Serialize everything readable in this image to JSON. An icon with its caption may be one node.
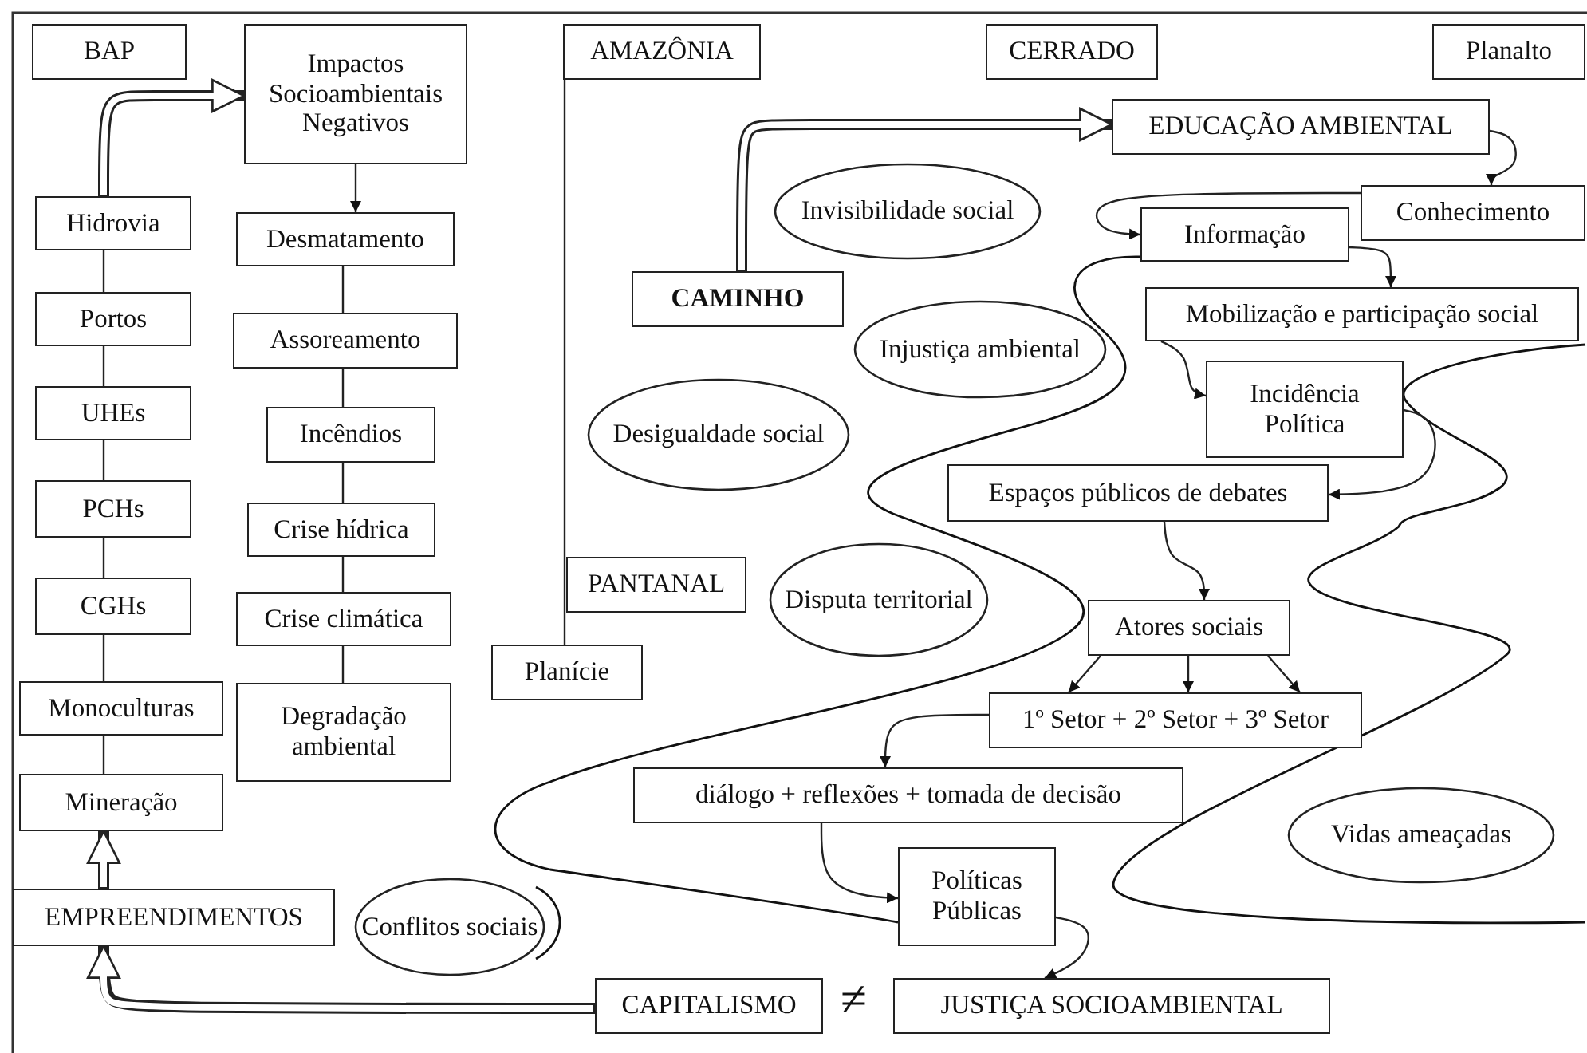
{
  "diagram": {
    "nodes": [
      {
        "text": [
          "BAP"
        ]
      },
      {
        "text": [
          "Impactos Socioambientais Negativos"
        ]
      },
      {
        "text": [
          "Hidrovia"
        ]
      },
      {
        "text": [
          "Portos"
        ]
      },
      {
        "text": [
          "UHEs"
        ]
      },
      {
        "text": [
          "PCHs"
        ]
      },
      {
        "text": [
          "CGHs"
        ]
      },
      {
        "text": [
          "Monoculturas"
        ]
      },
      {
        "text": [
          "Mineração"
        ]
      },
      {
        "text": [
          "EMPREENDIMENTOS"
        ]
      },
      {
        "text": [
          "Desmatamento"
        ]
      },
      {
        "text": [
          "Assoreamento"
        ]
      },
      {
        "text": [
          "Incêndios"
        ]
      },
      {
        "text": [
          "Crise hídrica"
        ]
      },
      {
        "text": [
          "Crise climática"
        ]
      },
      {
        "text": [
          "Degradação ambiental"
        ]
      },
      {
        "text": [
          "Conflitos sociais"
        ]
      },
      {
        "text": [
          "AMAZÔNIA"
        ]
      },
      {
        "text": [
          "CERRADO"
        ]
      },
      {
        "text": [
          "Planalto"
        ]
      },
      {
        "text": [
          "PANTANAL"
        ]
      },
      {
        "text": [
          "Planície"
        ]
      },
      {
        "text": [
          "CAMINHO"
        ]
      },
      {
        "text": [
          "EDUCAÇÃO AMBIENTAL"
        ]
      },
      {
        "text": [
          "Invisibilidade social"
        ]
      },
      {
        "text": [
          "Conhecimento"
        ]
      },
      {
        "text": [
          "Informação"
        ]
      },
      {
        "text": [
          "Injustiça ambiental"
        ]
      },
      {
        "text": [
          "Mobilização e participação social"
        ]
      },
      {
        "text": [
          "Desigualdade social"
        ]
      },
      {
        "text": [
          "Incidência Política"
        ]
      },
      {
        "text": [
          "Espaços públicos de debates"
        ]
      },
      {
        "text": [
          "Disputa territorial"
        ]
      },
      {
        "text": [
          "Atores sociais"
        ]
      },
      {
        "text": [
          "1º Setor + 2º Setor + 3º Setor"
        ]
      },
      {
        "text": [
          "diálogo + reflexões + tomada de decisão"
        ]
      },
      {
        "text": [
          "Vidas ameaçadas"
        ]
      },
      {
        "text": [
          "Políticas Públicas"
        ]
      },
      {
        "text": [
          "CAPITALISMO"
        ]
      },
      {
        "text": [
          "JUSTIÇA SOCIOAMBIENTAL"
        ]
      }
    ],
    "edges": [
      {
        "from": 2,
        "to": 1,
        "arrow": "to",
        "style": "thick"
      },
      {
        "from": 1,
        "to": 10,
        "arrow": "to"
      },
      {
        "from": 2,
        "to": 3,
        "arrow": "none"
      },
      {
        "from": 3,
        "to": 4,
        "arrow": "none"
      },
      {
        "from": 4,
        "to": 5,
        "arrow": "none"
      },
      {
        "from": 5,
        "to": 6,
        "arrow": "none"
      },
      {
        "from": 6,
        "to": 7,
        "arrow": "none"
      },
      {
        "from": 7,
        "to": 8,
        "arrow": "none"
      },
      {
        "from": 10,
        "to": 11,
        "arrow": "none"
      },
      {
        "from": 11,
        "to": 12,
        "arrow": "none"
      },
      {
        "from": 12,
        "to": 13,
        "arrow": "none"
      },
      {
        "from": 13,
        "to": 14,
        "arrow": "none"
      },
      {
        "from": 14,
        "to": 15,
        "arrow": "none"
      },
      {
        "from": 9,
        "to": 8,
        "arrow": "to",
        "style": "thick"
      },
      {
        "from": 38,
        "to": 9,
        "arrow": "to",
        "style": "thick"
      },
      {
        "from": 17,
        "to": 21,
        "arrow": "none"
      },
      {
        "from": 22,
        "to": 23,
        "arrow": "to",
        "style": "thick"
      },
      {
        "from": 23,
        "to": 25,
        "arrow": "to"
      },
      {
        "from": 25,
        "to": 26,
        "arrow": "to"
      },
      {
        "from": 26,
        "to": 28,
        "arrow": "to"
      },
      {
        "from": 28,
        "to": 30,
        "arrow": "to"
      },
      {
        "from": 30,
        "to": 31,
        "arrow": "to"
      },
      {
        "from": 31,
        "to": 33,
        "arrow": "to"
      },
      {
        "from": 33,
        "to": 34,
        "arrow": "to"
      },
      {
        "from": 33,
        "to": 34,
        "arrow": "to"
      },
      {
        "from": 33,
        "to": 34,
        "arrow": "to"
      },
      {
        "from": 34,
        "to": 35,
        "arrow": "to"
      },
      {
        "from": 35,
        "to": 37,
        "arrow": "to"
      },
      {
        "from": 37,
        "to": 39,
        "arrow": "to"
      }
    ],
    "labels": [
      "≠"
    ]
  }
}
